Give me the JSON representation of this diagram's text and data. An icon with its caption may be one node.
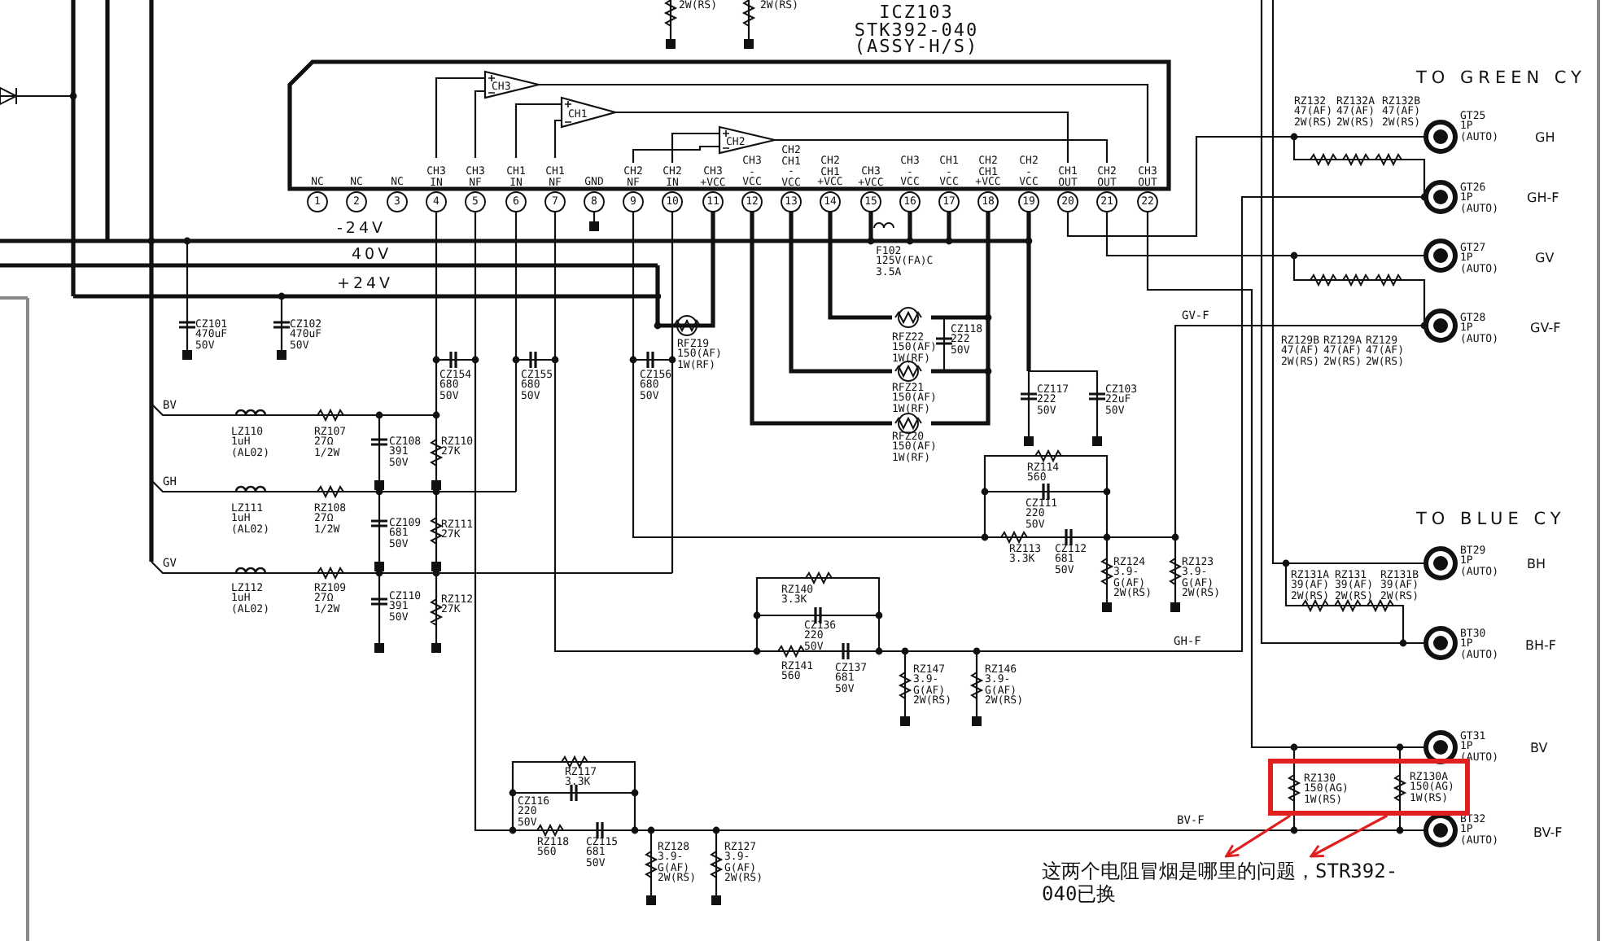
{
  "diagram": {
    "nodes": [
      {
        "text": [],
        "shape": "box"
      },
      {
        "text": [
          "这两个电阻冒烟是哪里的问题，STR392-040已换"
        ]
      }
    ],
    "edges": [
      {
        "from": 0,
        "to": 1,
        "arrow": "to"
      },
      {
        "from": 0,
        "to": 1,
        "arrow": "to"
      }
    ],
    "labels": [
      "2W(RS)",
      "2W(RS)",
      "ICZ103 STK392-040 (ASSY-H/S)",
      "-24V",
      "40V",
      "+24V",
      "CH3",
      "CH1",
      "CH2",
      "NC",
      "NC",
      "NC",
      "CH3 IN",
      "CH3 NF",
      "CH1 IN",
      "CH1 NF",
      "GND",
      "CH2 NF",
      "CH2 IN",
      "CH3 +VCC",
      "CH3 -VCC",
      "CH2 CH1 -VCC",
      "CH2 CH1 +VCC",
      "CH3 +VCC",
      "CH3 -VCC",
      "CH1 -VCC",
      "CH2 CH1 +VCC",
      "CH2 -VCC",
      "CH1 OUT",
      "CH2 OUT",
      "CH3 OUT",
      "1",
      "2",
      "3",
      "4",
      "5",
      "6",
      "7",
      "8",
      "9",
      "10",
      "11",
      "12",
      "13",
      "14",
      "15",
      "16",
      "17",
      "18",
      "19",
      "20",
      "21",
      "22",
      "CZ101 470uF 50V",
      "CZ102 470uF 50V",
      "CZ154 680 50V",
      "CZ155 680 50V",
      "CZ156 680 50V",
      "RFZ19 150(AF) 1W(RF)",
      "F102 125V(FA)C 3.5A",
      "RFZ22 150(AF) 1W(RF)",
      "CZ118 222 50V",
      "RFZ21 150(AF) 1W(RF)",
      "CZ117 222 50V",
      "CZ103 22uF 50V",
      "RFZ20 150(AF) 1W(RF)",
      "BV",
      "LZ110 1uH (AL02)",
      "RZ107 27Ω 1/2W",
      "CZ108 391 50V",
      "RZ110 27K",
      "GH",
      "LZ111 1uH (AL02)",
      "RZ108 27Ω 1/2W",
      "CZ109 681 50V",
      "RZ111 27K",
      "GV",
      "LZ112 1uH (AL02)",
      "RZ109 27Ω 1/2W",
      "CZ110 391 50V",
      "RZ112 27K",
      "GV-F",
      "RZ114 560",
      "CZ111 220 50V",
      "RZ113 3.3K",
      "CZ112 681 50V",
      "RZ124 3.9-G(AF) 2W(RS)",
      "RZ123 3.9-G(AF) 2W(RS)",
      "RZ140 3.3K",
      "CZ136 220 50V",
      "GH-F",
      "RZ141 560",
      "CZ137 681 50V",
      "RZ147 3.9-G(AF) 2W(RS)",
      "RZ146 3.9-G(AF) 2W(RS)",
      "RZ117 3.3K",
      "CZ116 220 50V",
      "RZ118 560",
      "CZ115 681 50V",
      "RZ128 3.9-G(AF) 2W(RS)",
      "RZ127 3.9-G(AF) 2W(RS)",
      "BV-F",
      "TO GREEN CY",
      "RZ132 47(AF) 2W(RS)",
      "RZ132A 47(AF) 2W(RS)",
      "RZ132B 47(AF) 2W(RS)",
      "GT25 1P (AUTO)",
      "GH",
      "GT26 1P (AUTO)",
      "GH-F",
      "GT27 1P (AUTO)",
      "GV",
      "GT28 1P (AUTO)",
      "GV-F",
      "RZ129B 47(AF) 2W(RS)",
      "RZ129A 47(AF) 2W(RS)",
      "RZ129 47(AF) 2W(RS)",
      "TO BLUE CY",
      "BT29 1P (AUTO)",
      "BH",
      "RZ131A 39(AF) 2W(RS)",
      "RZ131 39(AF) 2W(RS)",
      "RZ131B 39(AF) 2W(RS)",
      "BT30 1P (AUTO)",
      "BH-F",
      "GT31 1P (AUTO)",
      "BV",
      "RZ130 150(AG) 1W(RS)",
      "RZ130A 150(AG) 1W(RS)",
      "BT32 1P (AUTO)",
      "BV-F"
    ]
  }
}
